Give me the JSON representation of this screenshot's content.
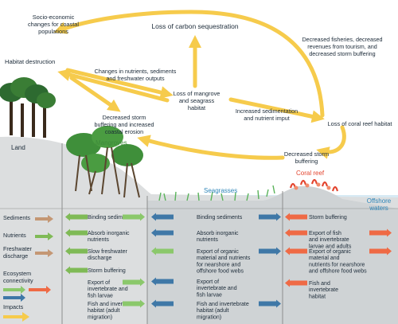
{
  "top": {
    "socio": [
      "Socio-economic",
      "changes for coastal",
      "populations"
    ],
    "carbon": "Loss of carbon sequestration",
    "fisheries": [
      "Decreased fisheries, decreased",
      "revenues from tourism, and",
      "decreased storm buffering"
    ],
    "habitat_destruction": "Habitat destruction",
    "nutrients_changes": [
      "Changes in nutrients, sediments",
      "and freshwater outputs"
    ],
    "mangrove_loss": [
      "Loss of mangrove",
      "and seagrass",
      "habitat"
    ],
    "sedimentation": [
      "Increased sedimentation",
      "and nutrient imput"
    ],
    "storm_erosion": [
      "Decreased storm",
      "buffering and increased",
      "coastal erosion"
    ],
    "reef_loss": "Loss of coral reef habitat",
    "storm_buffering": [
      "Decreased storm",
      "buffering"
    ]
  },
  "zones": {
    "land": "Land",
    "mangroves": "Mangroves",
    "seagrasses": "Seagrasses",
    "coral_reef": "Coral reef",
    "offshore": [
      "Offshore",
      "waters"
    ]
  },
  "legend": {
    "sediments": "Sediments",
    "nutrients": "Nutrients",
    "freshwater": [
      "Freshwater",
      "discharge"
    ],
    "connectivity": [
      "Ecosystem",
      "connectivity"
    ],
    "impacts": "Impacts"
  },
  "columns": {
    "mangroves": [
      [
        "Binding sediments"
      ],
      [
        "Absorb inorganic",
        "nutrients"
      ],
      [
        "Slow freshwater",
        "discharge"
      ],
      [
        "Storm buffering"
      ],
      [
        "Export of",
        "invertebrate and",
        "fish larvae"
      ],
      [
        "Fish and invertebrate",
        "habitat (adult",
        "migration)"
      ]
    ],
    "seagrasses": [
      [
        "Binding sediments"
      ],
      [
        "Absorb inorganic",
        "nutrients"
      ],
      [
        "Export of organic",
        "material and nutrients",
        "for nearshore and",
        "offshore food webs"
      ],
      [
        "Export of",
        "invertebrate and",
        "fish larvae"
      ],
      [
        "Fish and invertebrate",
        "habitat (adult",
        "migration)"
      ]
    ],
    "coral_reef": [
      [
        "Storm buffering"
      ],
      [
        "Export of fish",
        "and invertebrate",
        "larvae and adults"
      ],
      [
        "Export of organic",
        "material and",
        "nutrients for nearshore",
        "and offshore food webs"
      ],
      [
        "Fish and",
        "invertebrate",
        "habitat"
      ]
    ]
  },
  "colors": {
    "impact_arrow": "#f6cb4c",
    "sediment_arrow": "#c49774",
    "nutrient_arrow": "#7fba56",
    "connectivity_green": "#8bc86b",
    "connectivity_blue": "#3f78a7",
    "connectivity_orange": "#ef6a45",
    "panel": "#e8e8e8",
    "coral_label": "#e3452f",
    "mangrove_label": "#3d8a3a",
    "seagrass_label": "#2d85b8"
  }
}
